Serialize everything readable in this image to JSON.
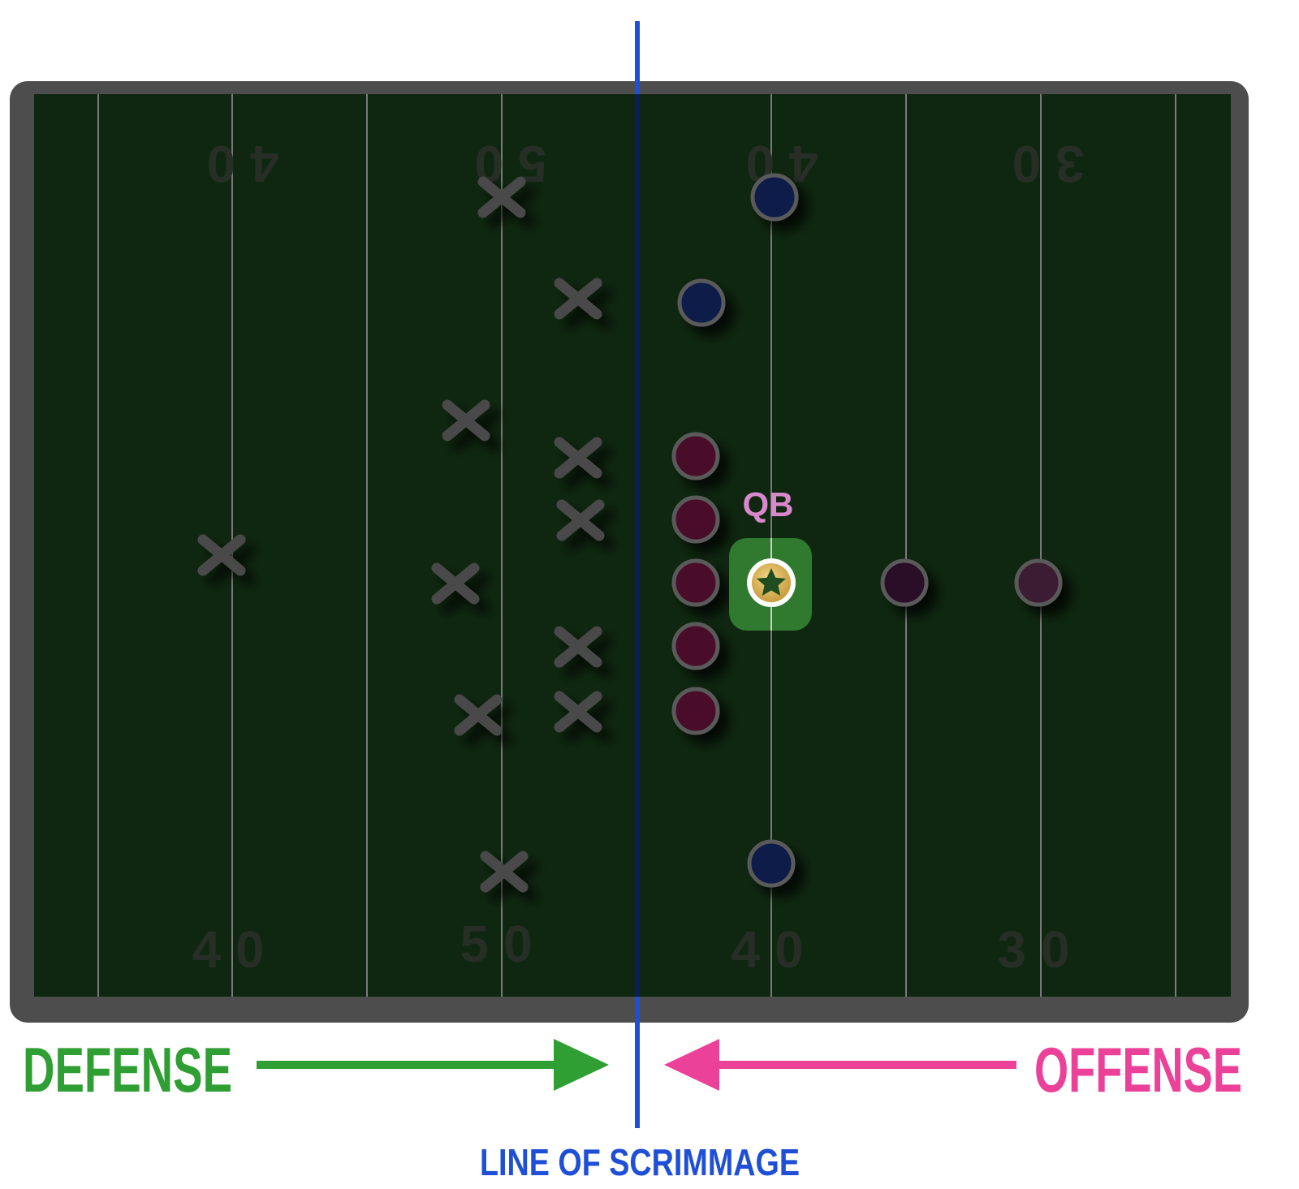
{
  "field": {
    "yard_numbers_top": [
      "40",
      "50",
      "40",
      "30"
    ],
    "yard_numbers_bottom": [
      "40",
      "50",
      "40",
      "30"
    ]
  },
  "players": {
    "qb_label": "QB"
  },
  "labels": {
    "defense": "DEFENSE",
    "offense": "OFFENSE",
    "line_of_scrimmage": "LINE OF SCRIMMAGE"
  },
  "colors": {
    "field": "#0f2710",
    "border": "#4d4d4d",
    "yard_line": "#7a7a7a",
    "line_of_scrimmage": "#1f4fd6",
    "defense": "#2f9e33",
    "offense": "#ec4199",
    "qb_label": "#d988cc",
    "receiver": "#0d1e4a",
    "lineman": "#4a0f2a",
    "back": "#2c0d28",
    "back_deep": "#3a1c30",
    "defender_x": "#4a4a4a"
  }
}
